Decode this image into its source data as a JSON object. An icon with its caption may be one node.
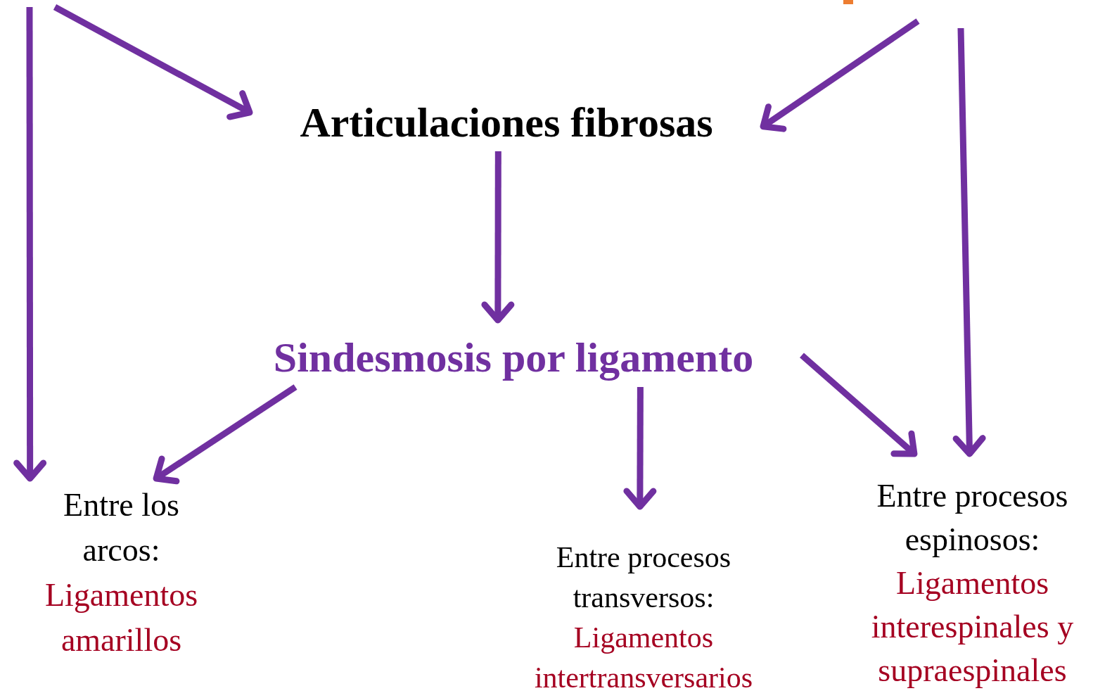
{
  "diagram": {
    "nodes": [
      {
        "text": [
          "Articulaciones fibrosas"
        ]
      },
      {
        "text": [
          "Sindesmosis por ligamento"
        ]
      },
      {
        "text": [
          "Entre los arcos:",
          "Ligamentos amarillos"
        ]
      },
      {
        "text": [
          "Entre procesos transversos:",
          "Ligamentos intertransversarios"
        ]
      },
      {
        "text": [
          "Entre procesos espinosos:",
          "Ligamentos interespinales y supraespinales"
        ]
      }
    ],
    "edges": [
      {
        "from": null,
        "to": 2,
        "arrow": "to"
      },
      {
        "from": null,
        "to": 0,
        "arrow": "to"
      },
      {
        "from": null,
        "to": 0,
        "arrow": "to"
      },
      {
        "from": null,
        "to": 4,
        "arrow": "to"
      },
      {
        "from": 0,
        "to": 1,
        "arrow": "to"
      },
      {
        "from": 1,
        "to": 2,
        "arrow": "to"
      },
      {
        "from": 1,
        "to": 3,
        "arrow": "to"
      },
      {
        "from": 1,
        "to": 4,
        "arrow": "to"
      }
    ]
  }
}
